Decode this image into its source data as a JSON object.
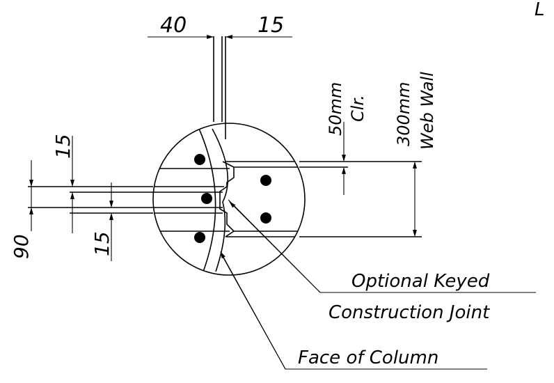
{
  "dimensions": {
    "top_left": "40",
    "top_right": "15",
    "left_upper": "15",
    "left_lower": "15",
    "left_total": "90",
    "clear_value": "50mm",
    "clear_unit": "Clr.",
    "wall_value": "300mm",
    "wall_unit": "Web Wall"
  },
  "callouts": {
    "joint_line1": "Optional Keyed",
    "joint_line2": "Construction Joint",
    "face": "Face of Column"
  },
  "corner_mark": "L"
}
